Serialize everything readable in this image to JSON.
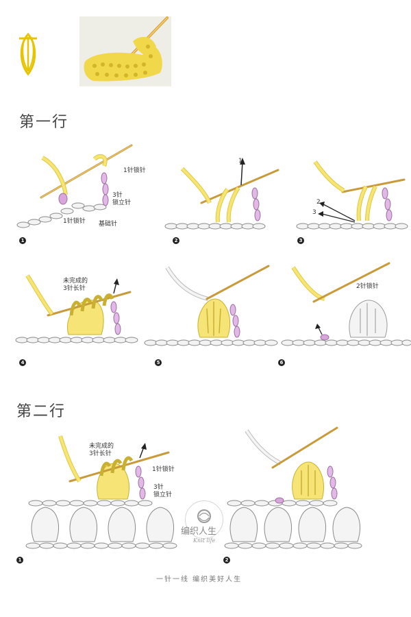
{
  "sections": {
    "row1_title": "第一行",
    "row2_title": "第二行"
  },
  "row1": {
    "step1": {
      "num": "1",
      "chain1": "1针锁针",
      "chain3_a": "3针",
      "chain3_b": "锁立针",
      "chain1b": "1针锁针",
      "base": "基础针"
    },
    "step2": {
      "num": "2",
      "arrow1": "1"
    },
    "step3": {
      "num": "3",
      "arrow2": "2",
      "arrow3": "3"
    },
    "step4": {
      "num": "4",
      "unfinished_a": "未完成的",
      "unfinished_b": "3针长针"
    },
    "step5": {
      "num": "5"
    },
    "step6": {
      "num": "6",
      "chain2": "2针锁针"
    }
  },
  "row2": {
    "step1": {
      "num": "1",
      "unfinished_a": "未完成的",
      "unfinished_b": "3针长针",
      "chain1": "1针锁针",
      "chain3_a": "3针",
      "chain3_b": "锁立针"
    },
    "step2": {
      "num": "2"
    }
  },
  "watermark": {
    "brand": "编织人生",
    "sub": "Knit life"
  },
  "footer": "一针一线   编织美好人生",
  "colors": {
    "yarn_yellow": "#f4e26a",
    "yarn_pink": "#d9a6dc",
    "hook_gold": "#e8b23a",
    "chain_grey": "#9a9a9a"
  }
}
